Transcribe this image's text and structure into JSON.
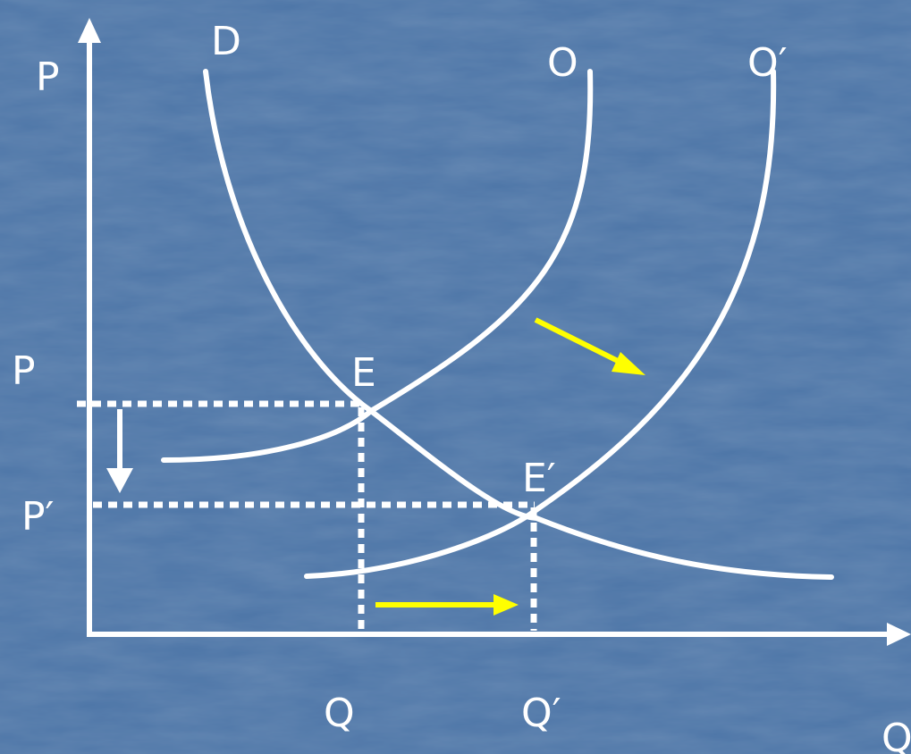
{
  "diagram": {
    "axes": {
      "y_label": "P",
      "x_label": "Q"
    },
    "curves": {
      "demand": "D",
      "supply": "O",
      "supply_shifted": "O′"
    },
    "points": {
      "equilibrium": "E",
      "equilibrium_new": "E′"
    },
    "prices": {
      "price": "P",
      "price_new": "P′"
    },
    "quantities": {
      "quantity": "Q",
      "quantity_new": "Q′"
    },
    "colors": {
      "background": "#4f77a8",
      "lines": "#ffffff",
      "shift_arrows": "#ffff00"
    }
  }
}
